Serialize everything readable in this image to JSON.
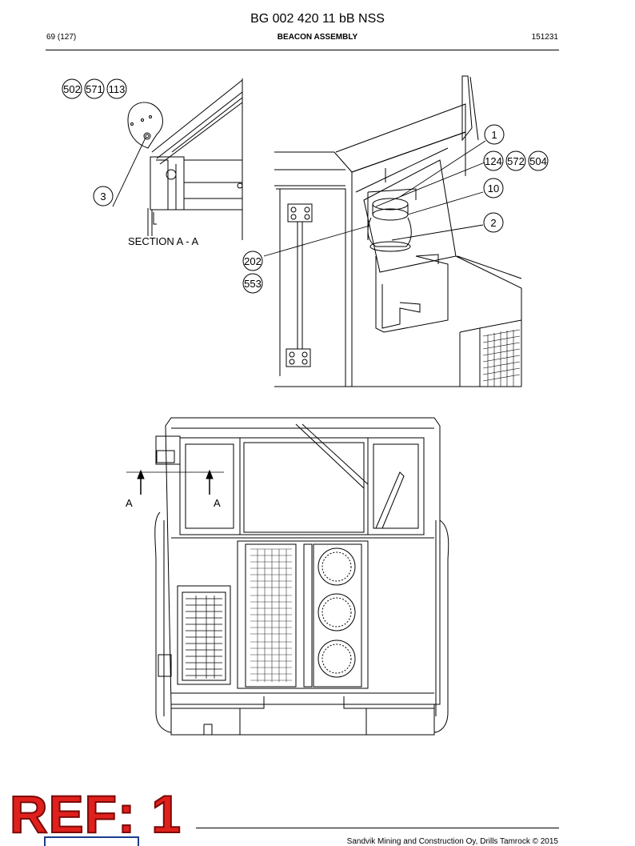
{
  "document": {
    "title": "BG 002 420 11 bB NSS",
    "page": "69 (127)",
    "section": "BEACON ASSEMBLY",
    "doc_number": "151231",
    "ref_label": "REF: 1",
    "footer": "Sandvik Mining and Construction Oy, Drills Tamrock © 2015"
  },
  "figure": {
    "section_label": "SECTION  A - A",
    "section_marker": "A",
    "callouts": [
      "502",
      "571",
      "113",
      "3",
      "1",
      "124",
      "572",
      "504",
      "10",
      "2",
      "202",
      "553"
    ]
  }
}
